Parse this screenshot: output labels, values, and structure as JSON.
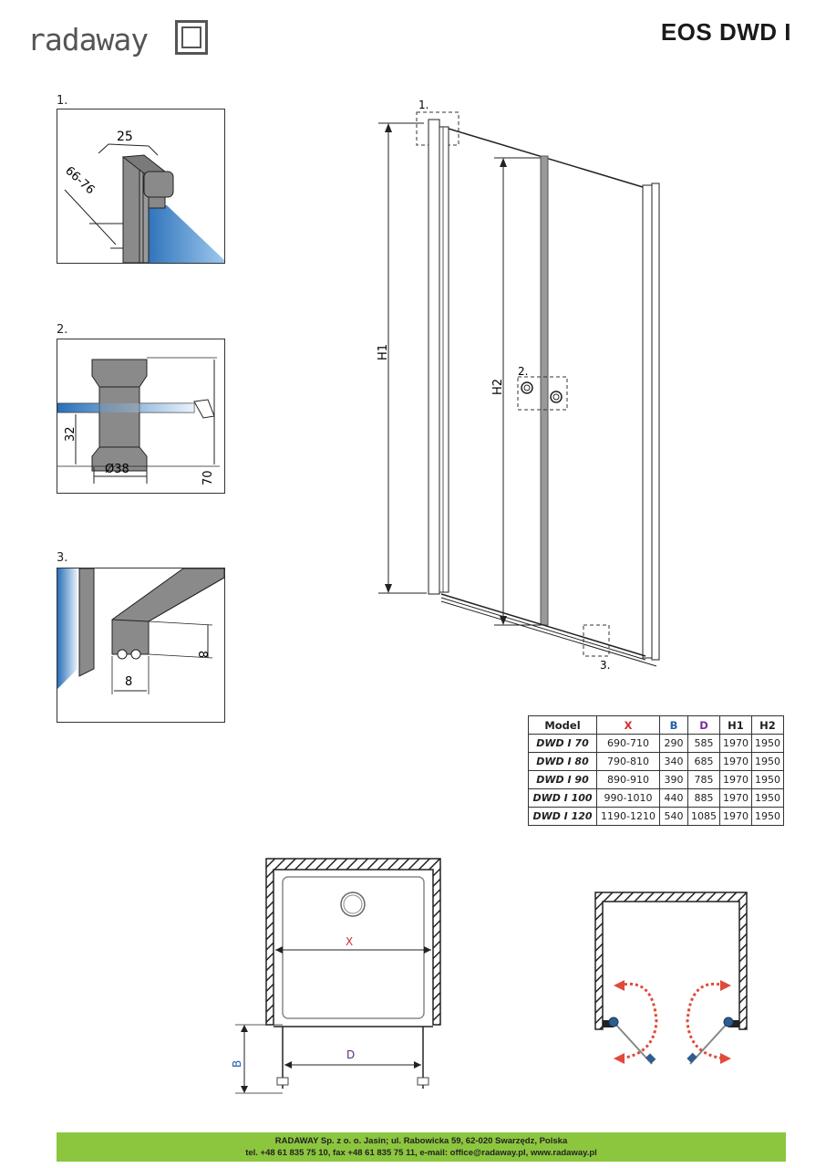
{
  "header": {
    "brand": "radaway",
    "product_title": "EOS DWD I"
  },
  "details": [
    {
      "label": "1.",
      "dims": [
        "25",
        "66-76"
      ]
    },
    {
      "label": "2.",
      "dims": [
        "32",
        "Ø38",
        "70"
      ]
    },
    {
      "label": "3.",
      "dims": [
        "8",
        "8"
      ]
    }
  ],
  "main_drawing": {
    "callouts": [
      "1.",
      "2.",
      "3."
    ],
    "dims": {
      "h1": "H1",
      "h2": "H2"
    }
  },
  "spec_table": {
    "headers": [
      "Model",
      "X",
      "B",
      "D",
      "H1",
      "H2"
    ],
    "header_colors": {
      "X": "#d32f2f",
      "B": "#1f5fa8",
      "D": "#7a2f9a"
    },
    "rows": [
      [
        "DWD I 70",
        "690-710",
        "290",
        "585",
        "1970",
        "1950"
      ],
      [
        "DWD I 80",
        "790-810",
        "340",
        "685",
        "1970",
        "1950"
      ],
      [
        "DWD I 90",
        "890-910",
        "390",
        "785",
        "1970",
        "1950"
      ],
      [
        "DWD I 100",
        "990-1010",
        "440",
        "885",
        "1970",
        "1950"
      ],
      [
        "DWD I 120",
        "1190-1210",
        "540",
        "1085",
        "1970",
        "1950"
      ]
    ]
  },
  "plan_view": {
    "labels": {
      "x": "X",
      "d": "D",
      "b": "B"
    },
    "colors": {
      "x": "#d32f2f",
      "d": "#5a2c7a",
      "b": "#1f5fa8"
    }
  },
  "swing_view": {
    "arrow_color": "#e04a3a",
    "hinge_color": "#2f5d8f"
  },
  "footer": {
    "line1": "RADAWAY Sp. z o. o. Jasin; ul. Rabowicka 59, 62-020 Swarzędz, Polska",
    "line2": "tel. +48 61 835 75 10, fax +48 61 835 75 11, e-mail: office@radaway.pl, www.radaway.pl"
  }
}
